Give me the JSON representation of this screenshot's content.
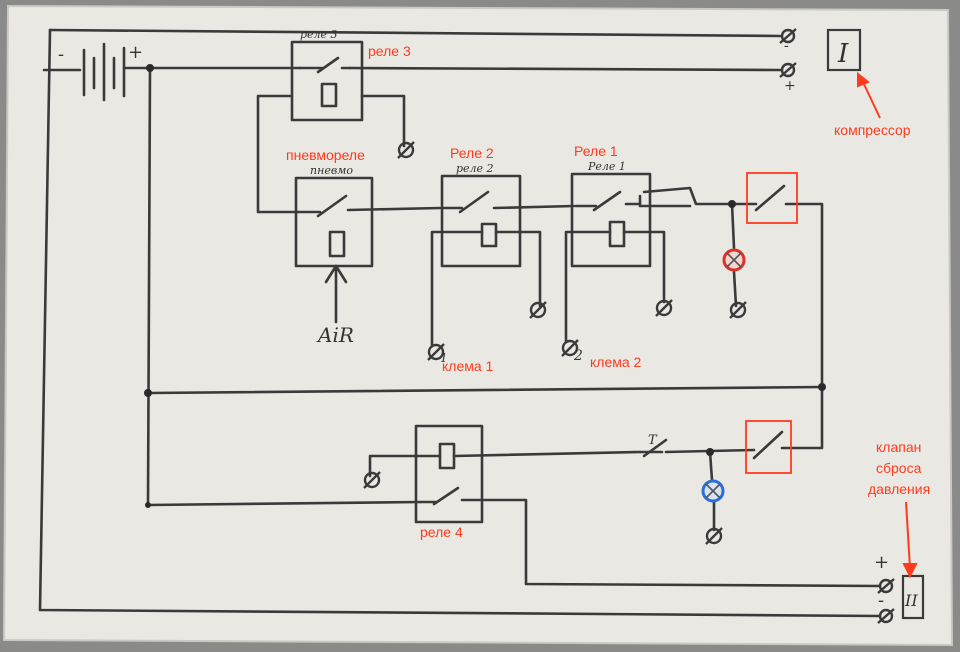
{
  "colors": {
    "paper": "#e9e8e2",
    "ink": "#3a3a3a",
    "annotation": "#ff3b1f",
    "lamp_red": "#d9332a",
    "lamp_blue": "#2a6fd6"
  },
  "labels": {
    "battery_minus": "-",
    "battery_plus": "+",
    "relay3_hand": "реле 3",
    "relay3_red": "реле 3",
    "pneumo_red": "пневмореле",
    "pneumo_hand": "пневмо",
    "relay2_red": "Реле 2",
    "relay2_hand": "реле 2",
    "relay1_red": "Реле 1",
    "relay1_hand": "Реле 1",
    "air": "AiR",
    "klema1": "клема 1",
    "klema2": "клема 2",
    "term1_num": "1",
    "term2_num": "2",
    "relay4_red": "реле 4",
    "compressor_box": "I",
    "compressor_red": "компрессор",
    "valve_box": "II",
    "valve_red_line1": "клапан",
    "valve_red_line2": "сброса",
    "valve_red_line3": "давления",
    "top_term_minus": "-",
    "top_term_plus": "+",
    "bottom_term_plus": "+",
    "bottom_term_minus": "-",
    "button_mark": "T"
  }
}
